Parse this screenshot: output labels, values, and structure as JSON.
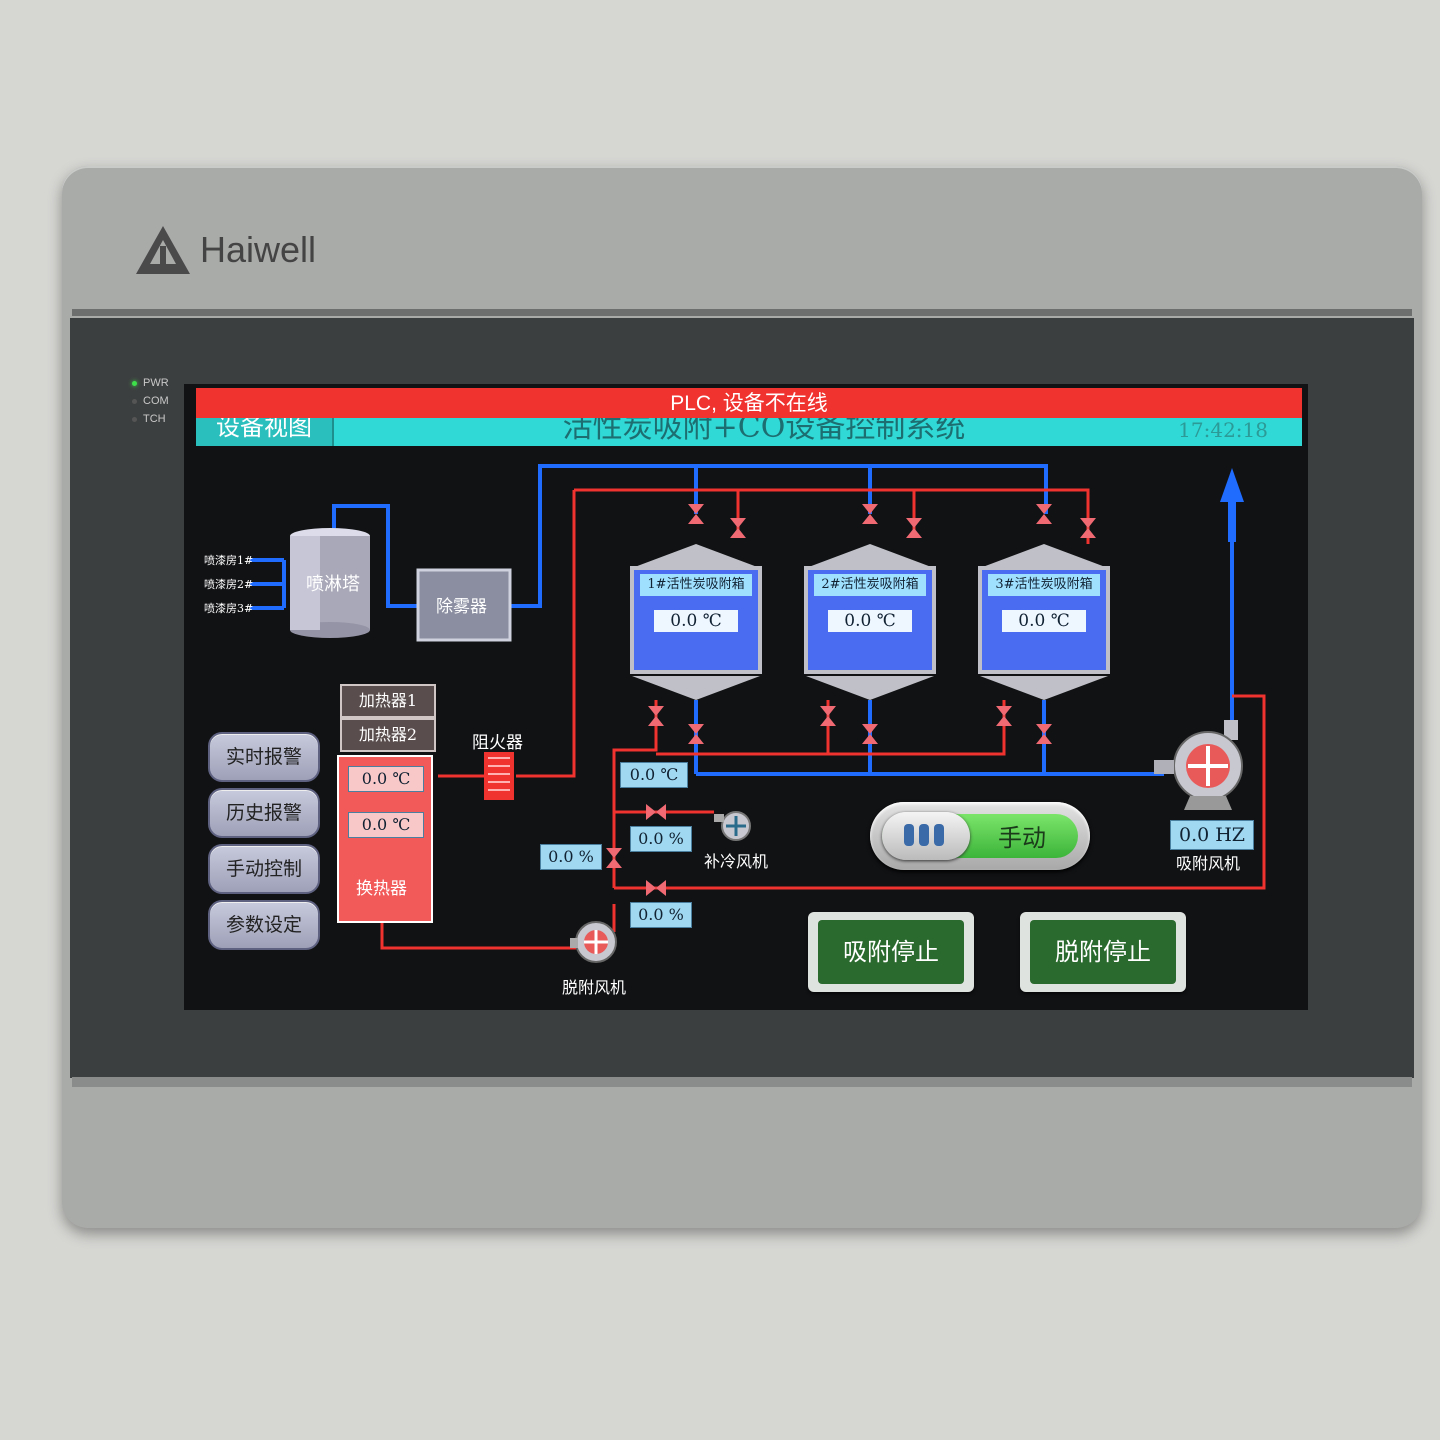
{
  "device": {
    "brand": "Haiwell",
    "leds": [
      {
        "label": "PWR",
        "on": true
      },
      {
        "label": "COM",
        "on": false
      },
      {
        "label": "TCH",
        "on": false
      }
    ]
  },
  "header": {
    "alarm": "PLC, 设备不在线",
    "tab": "设备视图",
    "title": "活性炭吸附+CO设备控制系统",
    "clock": "17:42:18"
  },
  "process": {
    "sources": [
      "喷漆房1#",
      "喷漆房2#",
      "喷漆房3#"
    ],
    "spray_tower": "喷淋塔",
    "demister": "除雾器",
    "flame_arrester": "阻火器",
    "heater1": "加热器1",
    "heater2": "加热器2",
    "heater_temp1": "0.0 ℃",
    "heater_temp2": "0.0 ℃",
    "heat_exchanger": "换热器",
    "tanks": [
      {
        "title": "1#活性炭吸附箱",
        "temp": "0.0 ℃"
      },
      {
        "title": "2#活性炭吸附箱",
        "temp": "0.0 ℃"
      },
      {
        "title": "3#活性炭吸附箱",
        "temp": "0.0 ℃"
      }
    ],
    "desorb_temp": "0.0 ℃",
    "valve_pct1": "0.0 %",
    "valve_pct2": "0.0 %",
    "valve_pct3": "0.0 %",
    "cooling_fan": "补冷风机",
    "desorb_fan": "脱附风机",
    "adsorb_fan": "吸附风机",
    "adsorb_fan_freq": "0.0 HZ"
  },
  "nav": {
    "realtime_alarm": "实时报警",
    "history_alarm": "历史报警",
    "manual_control": "手动控制",
    "param_settings": "参数设定"
  },
  "controls": {
    "mode": "手动",
    "adsorb_stop": "吸附停止",
    "desorb_stop": "脱附停止"
  },
  "colors": {
    "pipe_red": "#f0332f",
    "pipe_blue": "#1f6cff",
    "header_cyan": "#30d8d6",
    "alarm_red": "#f0332f"
  }
}
